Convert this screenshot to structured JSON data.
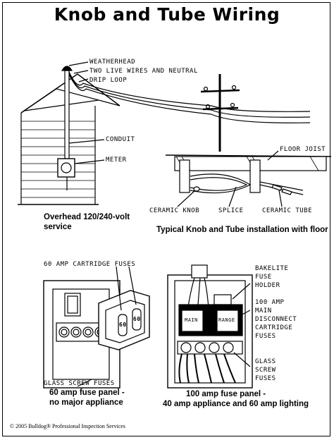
{
  "title": "Knob and Tube Wiring",
  "labels": {
    "weatherhead": "WEATHERHEAD",
    "two_live_wires": "TWO LIVE WIRES AND NEUTRAL",
    "drip_loop": "DRIP LOOP",
    "conduit": "CONDUIT",
    "meter": "METER",
    "floor_joist": "FLOOR JOIST",
    "ceramic_knob": "CERAMIC KNOB",
    "splice": "SPLICE",
    "ceramic_tube": "CERAMIC TUBE",
    "cartridge_fuses": "60 AMP CARTRIDGE FUSES",
    "glass_screw_fuses_left": "GLASS SCREW FUSES",
    "bakelite_1": "BAKELITE",
    "bakelite_2": "FUSE",
    "bakelite_3": "HOLDER",
    "main_disc_1": "100 AMP",
    "main_disc_2": "MAIN",
    "main_disc_3": "DISCONNECT",
    "main_disc_4": "CARTRIDGE",
    "main_disc_5": "FUSES",
    "glass_right_1": "GLASS",
    "glass_right_2": "SCREW",
    "glass_right_3": "FUSES",
    "fuse_main": "MAIN",
    "fuse_range": "RANGE",
    "fuse_60_a": "60",
    "fuse_60_b": "60"
  },
  "captions": {
    "overhead_1": "Overhead   120/240-volt",
    "overhead_2": "service",
    "typical": "Typical Knob and Tube installation with floor",
    "panel60_1": "60 amp fuse panel -",
    "panel60_2": "no major appliance",
    "panel100_1": "100  amp fuse panel -",
    "panel100_2": "40 amp appliance and 60 amp lighting"
  },
  "copyright": "© 2005 Bulldog® Professional Inspection Services"
}
